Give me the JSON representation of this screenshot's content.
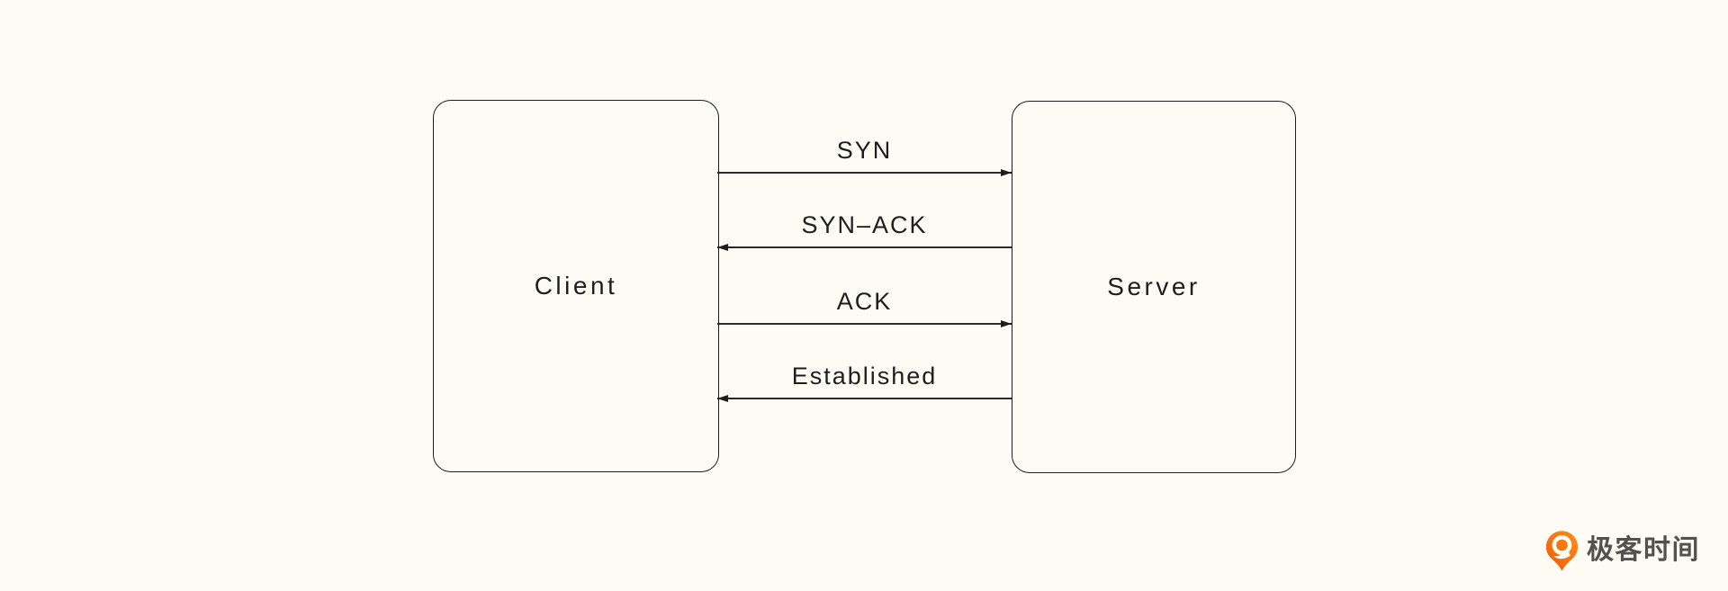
{
  "canvas": {
    "background_color": "#FCFBF4",
    "stroke_color": "#1F1E1C",
    "text_color": "#1F1E1C"
  },
  "diagram": {
    "type": "sequence-diagram",
    "nodes": [
      {
        "id": "client",
        "label": "Client"
      },
      {
        "id": "server",
        "label": "Server"
      }
    ],
    "messages": [
      {
        "label": "SYN",
        "from": "client",
        "to": "server",
        "direction": "right"
      },
      {
        "label": "SYN–ACK",
        "from": "server",
        "to": "client",
        "direction": "left"
      },
      {
        "label": "ACK",
        "from": "client",
        "to": "server",
        "direction": "right"
      },
      {
        "label": "Established",
        "from": "server",
        "to": "client",
        "direction": "left"
      }
    ]
  },
  "branding": {
    "logo_text": "极客时间",
    "logo_icon": "geektime-pin-icon",
    "brand_color": "#F6680F",
    "brand_color_light": "#FB8E1C",
    "text_color": "#55504B"
  }
}
